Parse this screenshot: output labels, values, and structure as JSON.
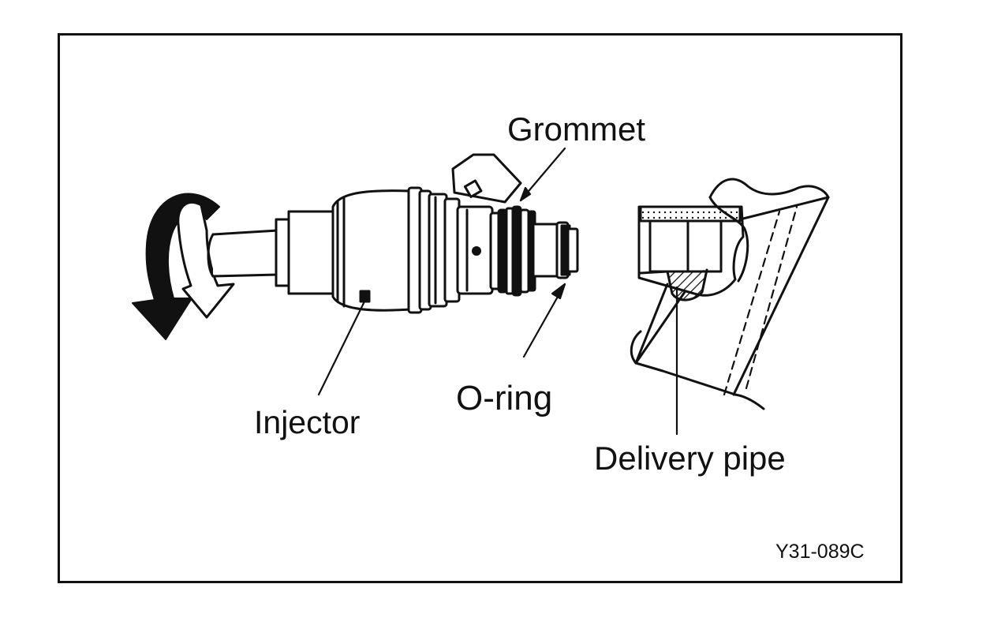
{
  "figure": {
    "labels": {
      "grommet": "Grommet",
      "injector": "Injector",
      "o_ring": "O-ring",
      "delivery_pipe": "Delivery pipe"
    },
    "figure_code": "Y31-089C"
  },
  "colors": {
    "ink": "#111111",
    "paper": "#ffffff"
  }
}
